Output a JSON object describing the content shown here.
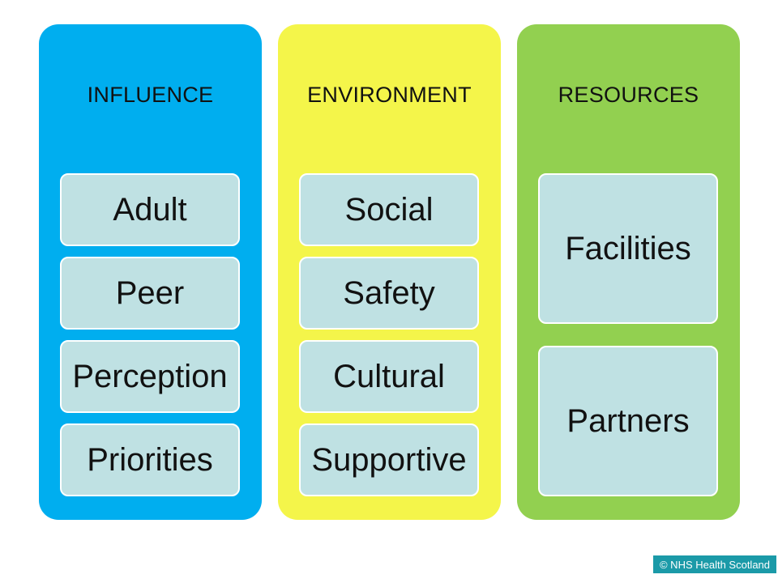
{
  "columns": [
    {
      "title": "INFLUENCE",
      "items": [
        "Adult",
        "Peer",
        "Perception",
        "Priorities"
      ]
    },
    {
      "title": "ENVIRONMENT",
      "items": [
        "Social",
        "Safety",
        "Cultural",
        "Supportive"
      ]
    },
    {
      "title": "RESOURCES",
      "items": [
        "Facilities",
        "Partners"
      ]
    }
  ],
  "footer": {
    "copyright": "© NHS Health Scotland"
  },
  "colors": {
    "influence": "#00aeef",
    "environment": "#f4f54a",
    "resources": "#92d050",
    "box": "#bfe1e3",
    "footer": "#1b9aa8"
  }
}
